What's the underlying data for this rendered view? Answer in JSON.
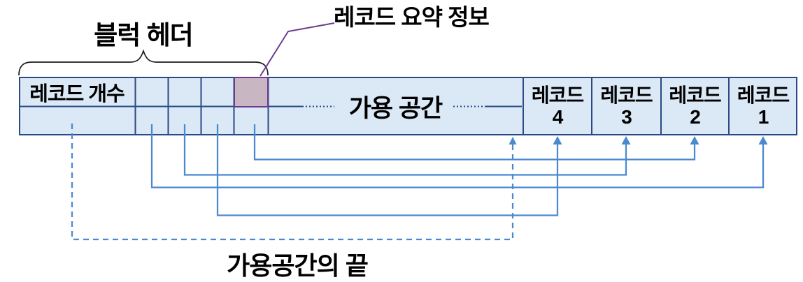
{
  "labels": {
    "block_header": "블럭 헤더",
    "record_summary": "레코드 요약 정보",
    "record_count": "레코드 개수",
    "free_space": "가용 공간",
    "end_of_free_space": "가용공간의 끝"
  },
  "records": [
    {
      "label": "레코드",
      "number": "4"
    },
    {
      "label": "레코드",
      "number": "3"
    },
    {
      "label": "레코드",
      "number": "2"
    },
    {
      "label": "레코드",
      "number": "1"
    }
  ],
  "colors": {
    "cell_fill": "#dbe8f6",
    "border": "#2a4a85",
    "summary_fill": "#c9b6c3",
    "summary_border": "#6a3d8f",
    "connector": "#4a89d0",
    "leader": "#6a3d8f",
    "label_text": "#000000"
  }
}
